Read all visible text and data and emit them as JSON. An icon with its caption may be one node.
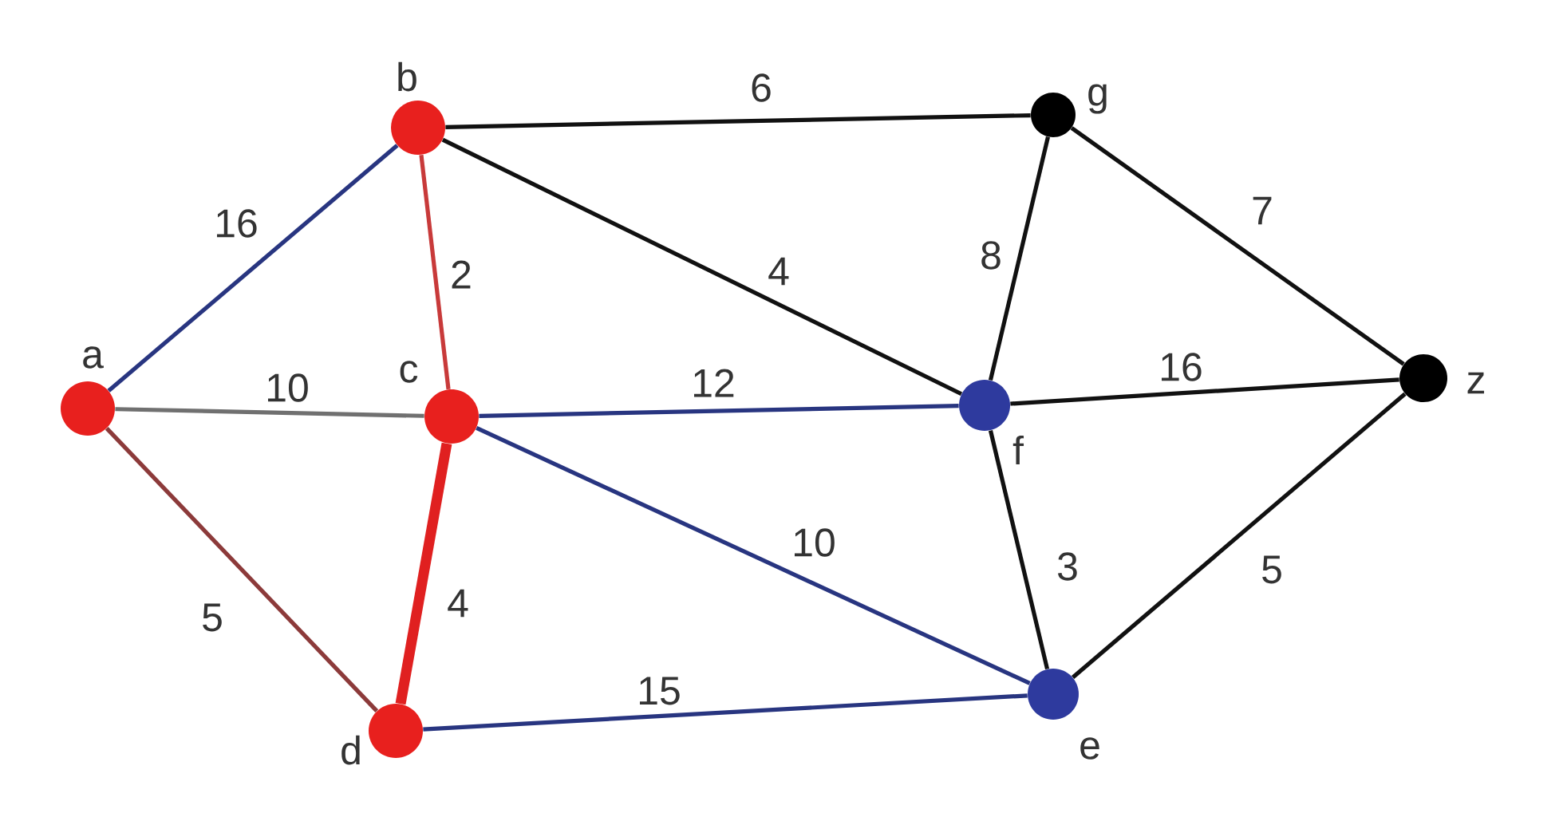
{
  "diagram": {
    "nodes": [
      {
        "text": [
          "a"
        ]
      },
      {
        "text": [
          "b"
        ]
      },
      {
        "text": [
          "c"
        ]
      },
      {
        "text": [
          "d"
        ]
      },
      {
        "text": [
          "e"
        ]
      },
      {
        "text": [
          "f"
        ]
      },
      {
        "text": [
          "g"
        ]
      },
      {
        "text": [
          "z"
        ]
      }
    ],
    "edges": [
      {
        "from": 0,
        "to": 1,
        "arrow": "none",
        "label": "16",
        "color": "#283580"
      },
      {
        "from": 0,
        "to": 2,
        "arrow": "none",
        "label": "10",
        "color": "#707070"
      },
      {
        "from": 0,
        "to": 3,
        "arrow": "none",
        "label": "5",
        "color": "#8c3a3a"
      },
      {
        "from": 1,
        "to": 2,
        "arrow": "none",
        "label": "2",
        "color": "#c83a3a"
      },
      {
        "from": 1,
        "to": 6,
        "arrow": "none",
        "label": "6"
      },
      {
        "from": 1,
        "to": 5,
        "arrow": "none",
        "label": "4"
      },
      {
        "from": 2,
        "to": 5,
        "arrow": "none",
        "label": "12",
        "color": "#283580"
      },
      {
        "from": 2,
        "to": 4,
        "arrow": "none",
        "label": "10",
        "color": "#283580"
      },
      {
        "from": 2,
        "to": 3,
        "arrow": "none",
        "label": "4",
        "color": "#e02020",
        "style": "thick"
      },
      {
        "from": 3,
        "to": 4,
        "arrow": "none",
        "label": "15",
        "color": "#283580"
      },
      {
        "from": 6,
        "to": 5,
        "arrow": "none",
        "label": "8"
      },
      {
        "from": 6,
        "to": 7,
        "arrow": "none",
        "label": "7"
      },
      {
        "from": 5,
        "to": 7,
        "arrow": "none",
        "label": "16"
      },
      {
        "from": 5,
        "to": 4,
        "arrow": "none",
        "label": "3"
      },
      {
        "from": 4,
        "to": 7,
        "arrow": "none",
        "label": "5"
      }
    ]
  }
}
